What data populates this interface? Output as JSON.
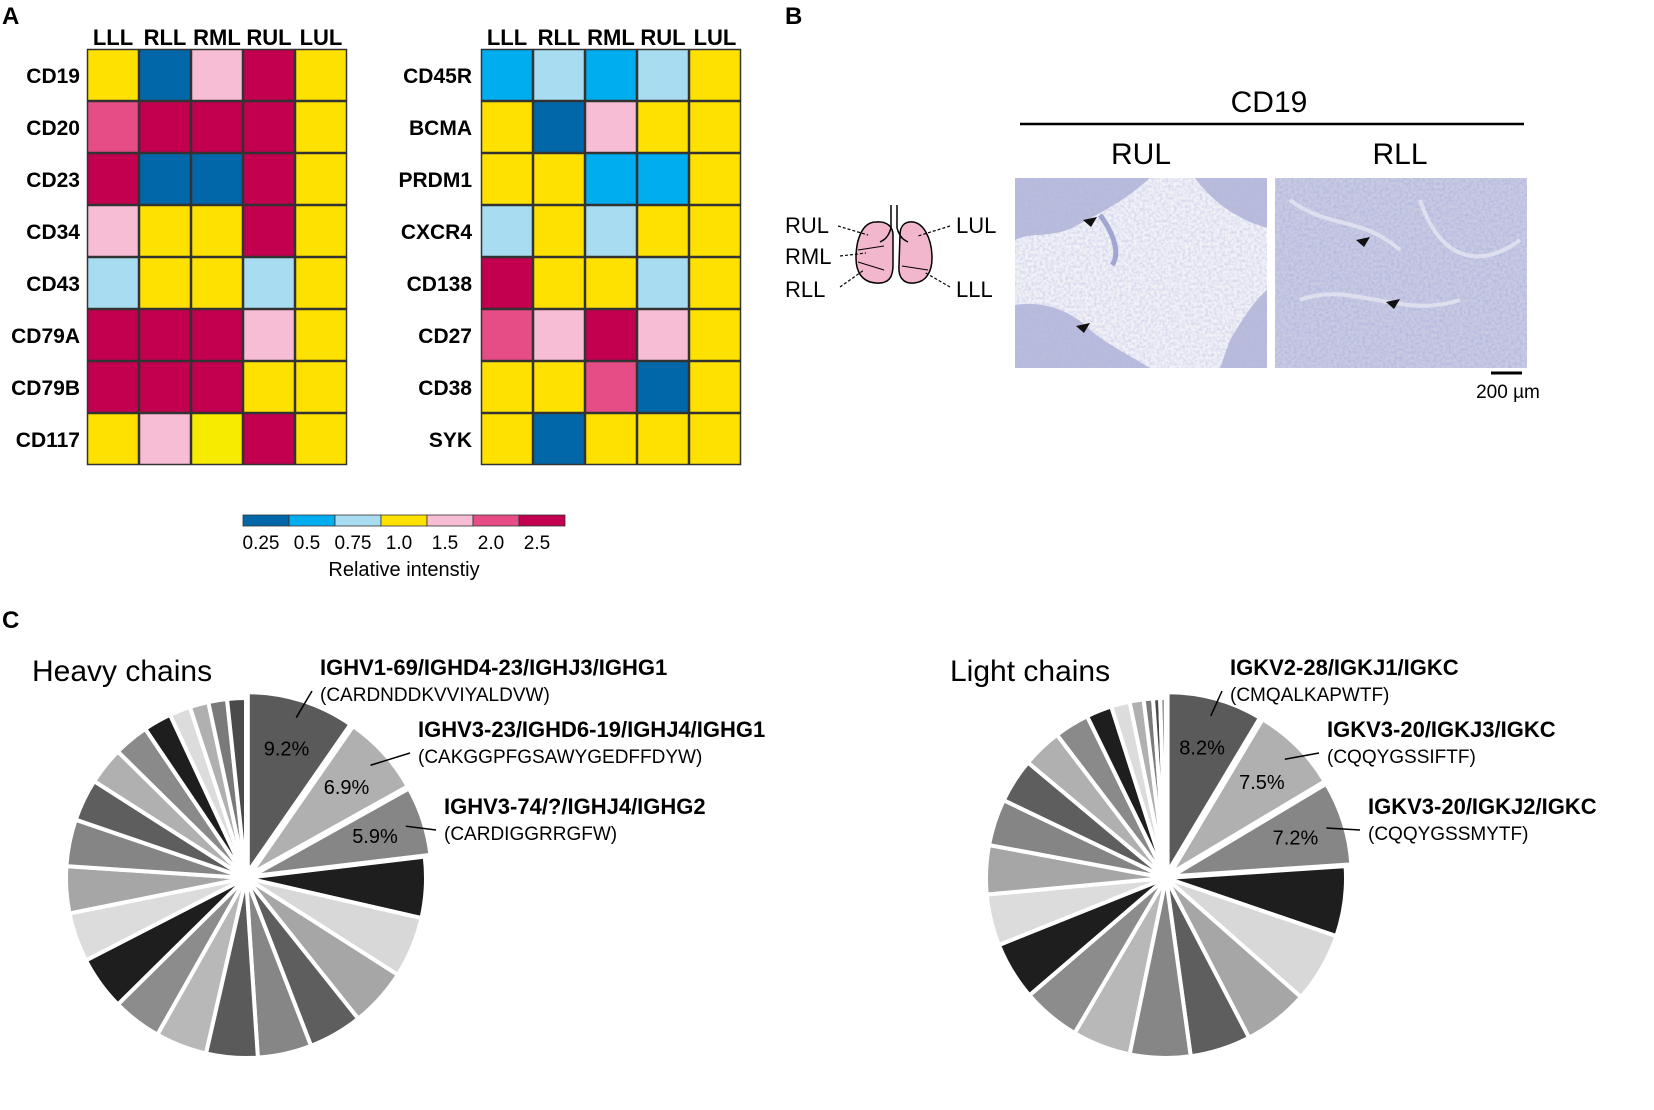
{
  "panels": {
    "a": "A",
    "b": "B",
    "c": "C"
  },
  "colors": {
    "q1": "#0267a8",
    "q2": "#00aeef",
    "q3": "#a8dcf0",
    "q4": "#ffe100",
    "q4b": "#f7ec00",
    "q5": "#f7bdd5",
    "q6": "#e64c85",
    "q7": "#c2004f"
  },
  "chart_data": [
    {
      "type": "heatmap",
      "columns": [
        "LLL",
        "RLL",
        "RML",
        "RUL",
        "LUL"
      ],
      "rows": [
        "CD19",
        "CD20",
        "CD23",
        "CD34",
        "CD43",
        "CD79A",
        "CD79B",
        "CD117"
      ],
      "cells": [
        [
          "q4",
          "q1",
          "q5",
          "q7",
          "q4"
        ],
        [
          "q6",
          "q7",
          "q7",
          "q7",
          "q4"
        ],
        [
          "q7",
          "q1",
          "q1",
          "q7",
          "q4"
        ],
        [
          "q5",
          "q4",
          "q4",
          "q7",
          "q4"
        ],
        [
          "q3",
          "q4",
          "q4",
          "q3",
          "q4"
        ],
        [
          "q7",
          "q7",
          "q7",
          "q5",
          "q4"
        ],
        [
          "q7",
          "q7",
          "q7",
          "q4",
          "q4"
        ],
        [
          "q4",
          "q5",
          "q4b",
          "q7",
          "q4"
        ]
      ]
    },
    {
      "type": "heatmap",
      "columns": [
        "LLL",
        "RLL",
        "RML",
        "RUL",
        "LUL"
      ],
      "rows": [
        "CD45R",
        "BCMA",
        "PRDM1",
        "CXCR4",
        "CD138",
        "CD27",
        "CD38",
        "SYK"
      ],
      "cells": [
        [
          "q2",
          "q3",
          "q2",
          "q3",
          "q4"
        ],
        [
          "q4",
          "q1",
          "q5",
          "q4",
          "q4"
        ],
        [
          "q4",
          "q4",
          "q2",
          "q2",
          "q4"
        ],
        [
          "q3",
          "q4",
          "q3",
          "q4",
          "q4"
        ],
        [
          "q7",
          "q4",
          "q4",
          "q3",
          "q4"
        ],
        [
          "q6",
          "q5",
          "q7",
          "q5",
          "q4"
        ],
        [
          "q4",
          "q4",
          "q6",
          "q1",
          "q4"
        ],
        [
          "q4",
          "q1",
          "q4",
          "q4",
          "q4"
        ]
      ]
    },
    {
      "type": "pie",
      "title": "Heavy chains",
      "slices": [
        {
          "value": 9.2,
          "label": "9.2%",
          "shade": "#5a5a5a",
          "explode": true,
          "gene": "IGHV1-69/IGHD4-23/IGHJ3/IGHG1",
          "cdr3": "(CARDNDDKVVIYALDVW)"
        },
        {
          "value": 6.9,
          "label": "6.9%",
          "shade": "#b0b0b0",
          "explode": true,
          "gene": "IGHV3-23/IGHD6-19/IGHJ4/IGHG1",
          "cdr3": "(CAKGGPFGSAWYGEDFFDYW)"
        },
        {
          "value": 5.9,
          "label": "5.9%",
          "shade": "#868686",
          "explode": true,
          "gene": "IGHV3-74/?/IGHJ4/IGHG2",
          "cdr3": "(CARDIGGRRGFW)"
        },
        {
          "value": 5.2,
          "shade": "#1e1e1e"
        },
        {
          "value": 5.2,
          "shade": "#d8d8d8"
        },
        {
          "value": 5.0,
          "shade": "#a6a6a6"
        },
        {
          "value": 4.6,
          "shade": "#5e5e5e"
        },
        {
          "value": 4.6,
          "shade": "#868686"
        },
        {
          "value": 4.4,
          "shade": "#5a5a5a"
        },
        {
          "value": 4.4,
          "shade": "#b8b8b8"
        },
        {
          "value": 4.2,
          "shade": "#8c8c8c"
        },
        {
          "value": 4.6,
          "shade": "#1e1e1e"
        },
        {
          "value": 4.2,
          "shade": "#dcdcdc"
        },
        {
          "value": 4.0,
          "shade": "#a6a6a6"
        },
        {
          "value": 4.0,
          "shade": "#858585"
        },
        {
          "value": 3.6,
          "shade": "#5e5e5e"
        },
        {
          "value": 3.2,
          "shade": "#b0b0b0"
        },
        {
          "value": 3.0,
          "shade": "#8a8a8a"
        },
        {
          "value": 2.4,
          "shade": "#1e1e1e"
        },
        {
          "value": 1.8,
          "shade": "#dcdcdc"
        },
        {
          "value": 1.6,
          "shade": "#b0b0b0"
        },
        {
          "value": 1.6,
          "shade": "#7a7a7a"
        },
        {
          "value": 1.6,
          "shade": "#4a4a4a"
        }
      ]
    },
    {
      "type": "pie",
      "title": "Light chains",
      "slices": [
        {
          "value": 8.2,
          "label": "8.2%",
          "shade": "#5a5a5a",
          "explode": true,
          "gene": "IGKV2-28/IGKJ1/IGKC",
          "cdr3": "(CMQALKAPWTF)"
        },
        {
          "value": 7.5,
          "label": "7.5%",
          "shade": "#b0b0b0",
          "explode": true,
          "gene": "IGKV3-20/IGKJ3/IGKC",
          "cdr3": "(CQQYGSSIFTF)"
        },
        {
          "value": 7.2,
          "label": "7.2%",
          "shade": "#868686",
          "explode": true,
          "gene": "IGKV3-20/IGKJ2/IGKC",
          "cdr3": "(CQQYGSSMYTF)"
        },
        {
          "value": 6.0,
          "shade": "#1e1e1e"
        },
        {
          "value": 6.0,
          "shade": "#d8d8d8"
        },
        {
          "value": 5.6,
          "shade": "#a6a6a6"
        },
        {
          "value": 5.2,
          "shade": "#5e5e5e"
        },
        {
          "value": 5.2,
          "shade": "#868686"
        },
        {
          "value": 5.0,
          "shade": "#b8b8b8"
        },
        {
          "value": 5.0,
          "shade": "#8c8c8c"
        },
        {
          "value": 5.0,
          "shade": "#1e1e1e"
        },
        {
          "value": 4.4,
          "shade": "#dcdcdc"
        },
        {
          "value": 4.2,
          "shade": "#a6a6a6"
        },
        {
          "value": 4.0,
          "shade": "#858585"
        },
        {
          "value": 3.8,
          "shade": "#5e5e5e"
        },
        {
          "value": 3.4,
          "shade": "#b0b0b0"
        },
        {
          "value": 3.0,
          "shade": "#8a8a8a"
        },
        {
          "value": 2.2,
          "shade": "#1e1e1e"
        },
        {
          "value": 1.6,
          "shade": "#dcdcdc"
        },
        {
          "value": 1.2,
          "shade": "#b0b0b0"
        },
        {
          "value": 0.8,
          "shade": "#7a7a7a"
        },
        {
          "value": 0.6,
          "shade": "#4a4a4a"
        },
        {
          "value": 0.5,
          "shade": "#9a9a9a"
        }
      ]
    }
  ],
  "colorbar": {
    "ticks": [
      "0.25",
      "0.5",
      "0.75",
      "1.0",
      "1.5",
      "2.0",
      "2.5"
    ],
    "keys": [
      "q1",
      "q2",
      "q3",
      "q4",
      "q5",
      "q6",
      "q7"
    ],
    "label": "Relative intenstiy"
  },
  "ihc": {
    "marker": "CD19",
    "lobes": [
      "RUL",
      "RLL"
    ],
    "scale": "200 µm",
    "lung_labels": {
      "rul": "RUL",
      "rml": "RML",
      "rll": "RLL",
      "lul": "LUL",
      "lll": "LLL"
    }
  }
}
